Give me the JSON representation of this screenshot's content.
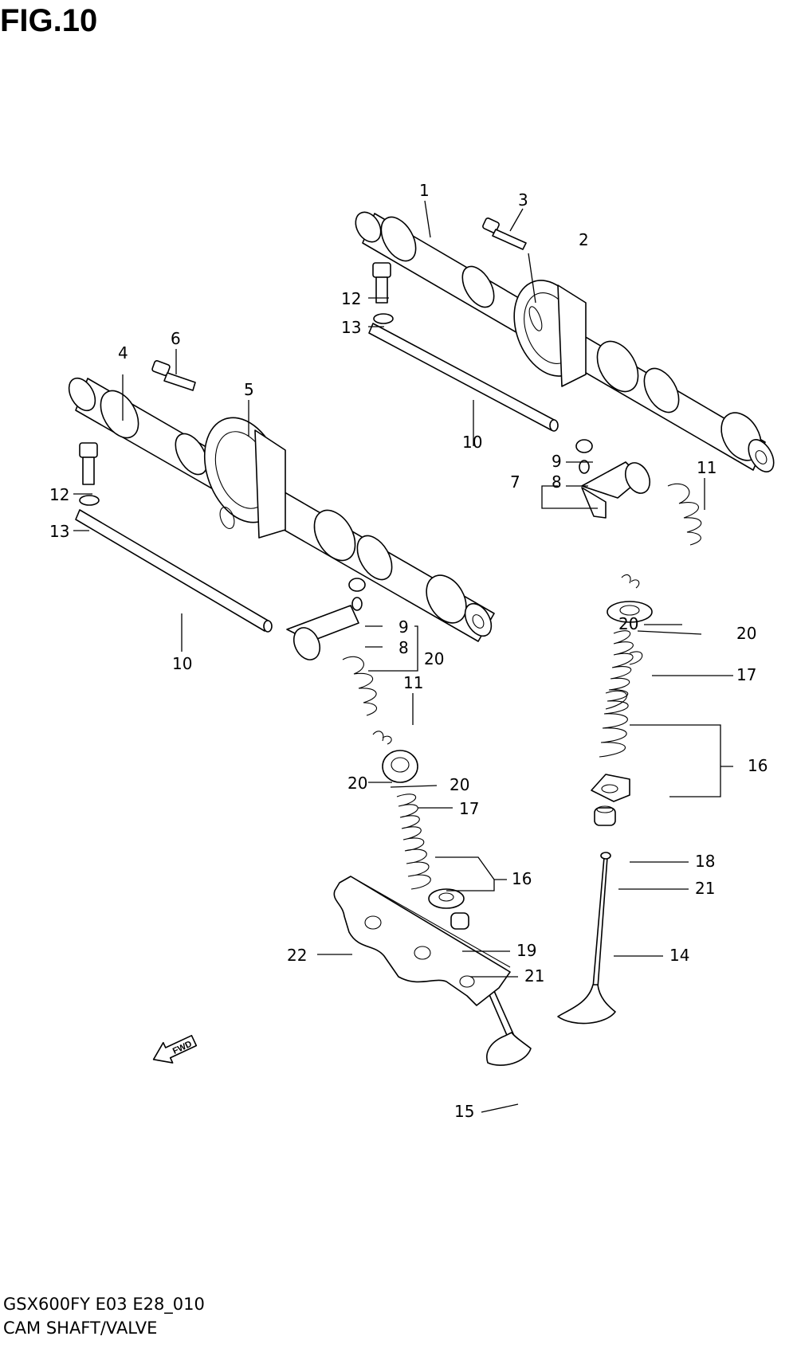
{
  "figure_label": "FIG.10",
  "model_code": "GSX600FY E03 E28_010",
  "section_name": "CAM SHAFT/VALVE",
  "fwd_label": "FWD",
  "callouts": {
    "c1": "1",
    "c2": "2",
    "c3": "3",
    "c12a": "12",
    "c13a": "13",
    "c10a": "10",
    "c9a": "9",
    "c7": "7",
    "c8a": "8",
    "c11a": "11",
    "c4": "4",
    "c6": "6",
    "c5": "5",
    "c12b": "12",
    "c13b": "13",
    "c10b": "10",
    "c9b": "9",
    "c8b": "8",
    "c20a": "20",
    "c11b": "11",
    "c20b": "20",
    "c20c": "20",
    "c17a": "17",
    "c16a": "16",
    "c18": "18",
    "c21a": "21",
    "c14": "14",
    "c20d": "20",
    "c20e": "20",
    "c17b": "17",
    "c16b": "16",
    "c19": "19",
    "c21b": "21",
    "c22": "22",
    "c15": "15"
  }
}
